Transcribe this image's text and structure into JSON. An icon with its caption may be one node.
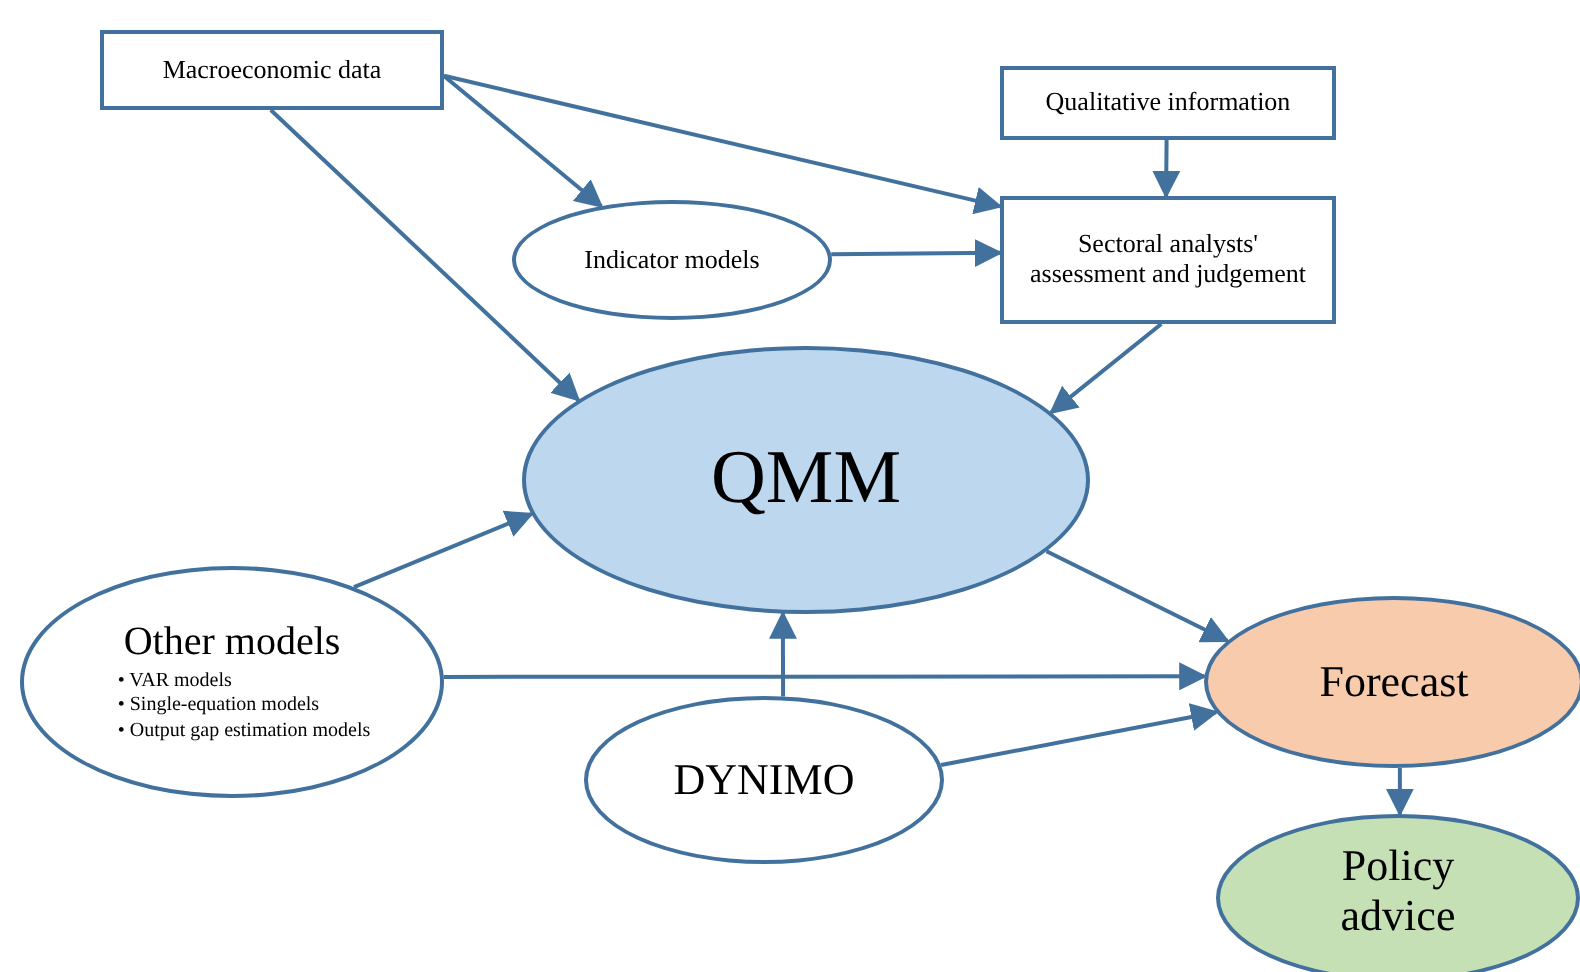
{
  "diagram": {
    "nodes": [
      {
        "text": [
          "Macroeconomic data"
        ]
      },
      {
        "text": [
          "Qualitative information"
        ]
      },
      {
        "text": [
          "Indicator models"
        ]
      },
      {
        "text": [
          "Sectoral analysts' assessment and judgement"
        ]
      },
      {
        "text": [
          "QMM"
        ]
      },
      {
        "text": [
          "Other models",
          "• VAR models",
          "• Single-equation models",
          "• Output gap estimation models"
        ]
      },
      {
        "text": [
          "Forecast"
        ]
      },
      {
        "text": [
          "DYNIMO"
        ]
      },
      {
        "text": [
          "Policy advice"
        ]
      }
    ],
    "edges": [
      {
        "from": 0,
        "to": 2,
        "arrow": "to"
      },
      {
        "from": 0,
        "to": 3,
        "arrow": "to"
      },
      {
        "from": 0,
        "to": 4,
        "arrow": "to"
      },
      {
        "from": 1,
        "to": 3,
        "arrow": "to"
      },
      {
        "from": 2,
        "to": 3,
        "arrow": "to"
      },
      {
        "from": 3,
        "to": 4,
        "arrow": "to"
      },
      {
        "from": 5,
        "to": 4,
        "arrow": "to"
      },
      {
        "from": 5,
        "to": 6,
        "arrow": "to"
      },
      {
        "from": 7,
        "to": 4,
        "arrow": "to"
      },
      {
        "from": 7,
        "to": 6,
        "arrow": "to"
      },
      {
        "from": 4,
        "to": 6,
        "arrow": "to"
      },
      {
        "from": 6,
        "to": 8,
        "arrow": "to"
      }
    ]
  }
}
